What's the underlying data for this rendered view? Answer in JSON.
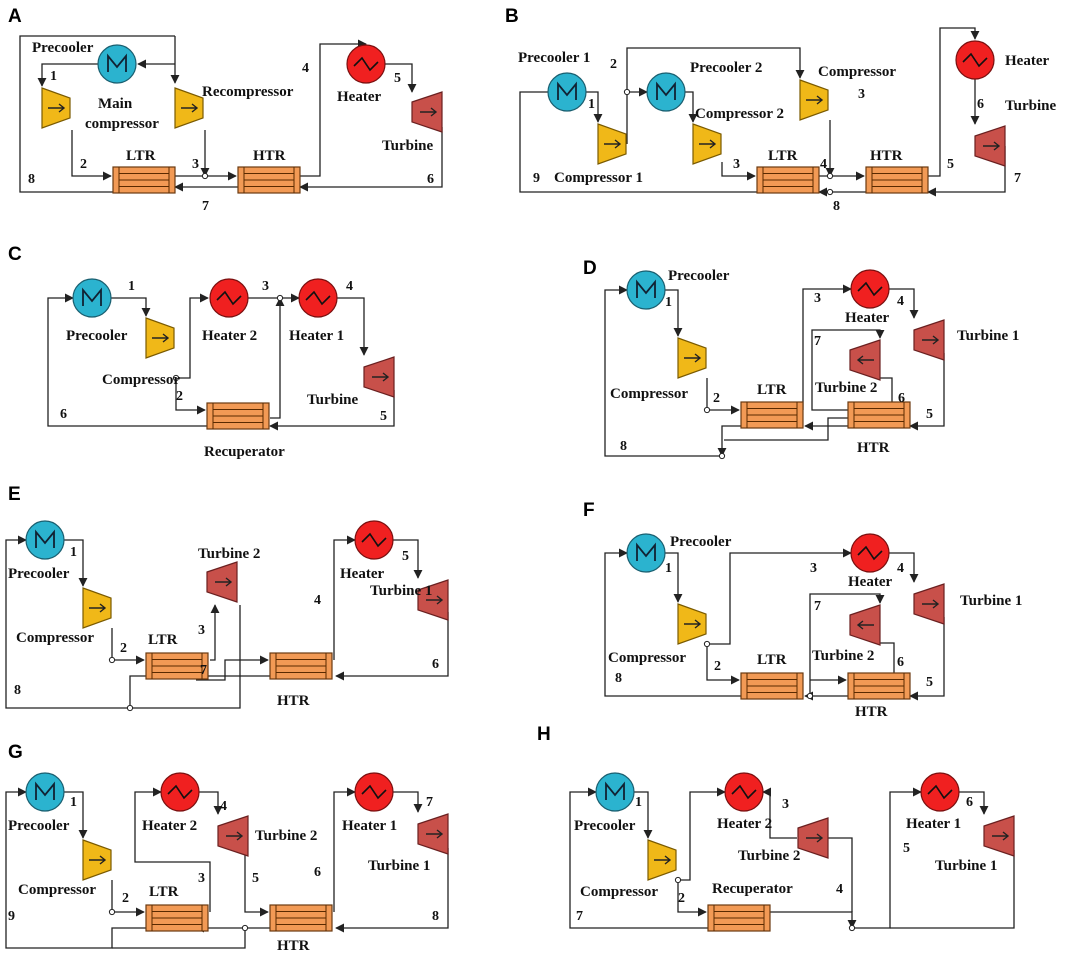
{
  "colors": {
    "precooler": "#2bb3cf",
    "heater": "#f02020",
    "compressor": "#f0b818",
    "turbine": "#c8504a",
    "exchanger": "#f29a55",
    "line": "#222222"
  },
  "panels": [
    {
      "letter": "A",
      "texts": {
        "precooler": "Precooler",
        "main_compressor_1": "Main",
        "main_compressor_2": "compressor",
        "recompressor": "Recompressor",
        "heater": "Heater",
        "turbine": "Turbine",
        "ltr": "LTR",
        "htr": "HTR",
        "n1": "1",
        "n2": "2",
        "n3": "3",
        "n4": "4",
        "n5": "5",
        "n6": "6",
        "n7": "7",
        "n8": "8"
      }
    },
    {
      "letter": "B",
      "texts": {
        "precooler1": "Precooler 1",
        "precooler2": "Precooler 2",
        "compressor1": "Compressor 1",
        "compressor2": "Compressor 2",
        "compressor": "Compressor",
        "heater": "Heater",
        "turbine": "Turbine",
        "ltr": "LTR",
        "htr": "HTR",
        "n1": "1",
        "n2": "2",
        "n3": "3",
        "n3b": "3",
        "n4": "4",
        "n5": "5",
        "n6": "6",
        "n7": "7",
        "n8": "8",
        "n9": "9"
      }
    },
    {
      "letter": "C",
      "texts": {
        "precooler": "Precooler",
        "heater2": "Heater 2",
        "heater1": "Heater 1",
        "compressor": "Compressor",
        "turbine": "Turbine",
        "recuperator": "Recuperator",
        "n1": "1",
        "n2": "2",
        "n3": "3",
        "n4": "4",
        "n5": "5",
        "n6": "6"
      }
    },
    {
      "letter": "D",
      "texts": {
        "precooler": "Precooler",
        "heater": "Heater",
        "turbine1": "Turbine 1",
        "turbine2": "Turbine 2",
        "compressor": "Compressor",
        "ltr": "LTR",
        "htr": "HTR",
        "n1": "1",
        "n2": "2",
        "n3": "3",
        "n4": "4",
        "n5": "5",
        "n6": "6",
        "n7": "7",
        "n8": "8"
      }
    },
    {
      "letter": "E",
      "texts": {
        "precooler": "Precooler",
        "heater": "Heater",
        "turbine1": "Turbine 1",
        "turbine2": "Turbine 2",
        "compressor": "Compressor",
        "ltr": "LTR",
        "htr": "HTR",
        "n1": "1",
        "n2": "2",
        "n3": "3",
        "n4": "4",
        "n5": "5",
        "n6": "6",
        "n7": "7",
        "n8": "8"
      }
    },
    {
      "letter": "F",
      "texts": {
        "precooler": "Precooler",
        "heater": "Heater",
        "turbine1": "Turbine 1",
        "turbine2": "Turbine 2",
        "compressor": "Compressor",
        "ltr": "LTR",
        "htr": "HTR",
        "n1": "1",
        "n2": "2",
        "n3": "3",
        "n4": "4",
        "n5": "5",
        "n6": "6",
        "n7": "7",
        "n8": "8"
      }
    },
    {
      "letter": "G",
      "texts": {
        "precooler": "Precooler",
        "heater2": "Heater 2",
        "heater1": "Heater 1",
        "turbine2": "Turbine 2",
        "turbine1": "Turbine 1",
        "compressor": "Compressor",
        "ltr": "LTR",
        "htr": "HTR",
        "n1": "1",
        "n2": "2",
        "n3": "3",
        "n4": "4",
        "n5": "5",
        "n6": "6",
        "n7": "7",
        "n8": "8",
        "n9": "9"
      }
    },
    {
      "letter": "H",
      "texts": {
        "precooler": "Precooler",
        "heater2": "Heater 2",
        "heater1": "Heater 1",
        "turbine2": "Turbine 2",
        "turbine1": "Turbine 1",
        "compressor": "Compressor",
        "recuperator": "Recuperator",
        "n1": "1",
        "n2": "2",
        "n3": "3",
        "n4": "4",
        "n5": "5",
        "n6": "6",
        "n7": "7"
      }
    }
  ]
}
